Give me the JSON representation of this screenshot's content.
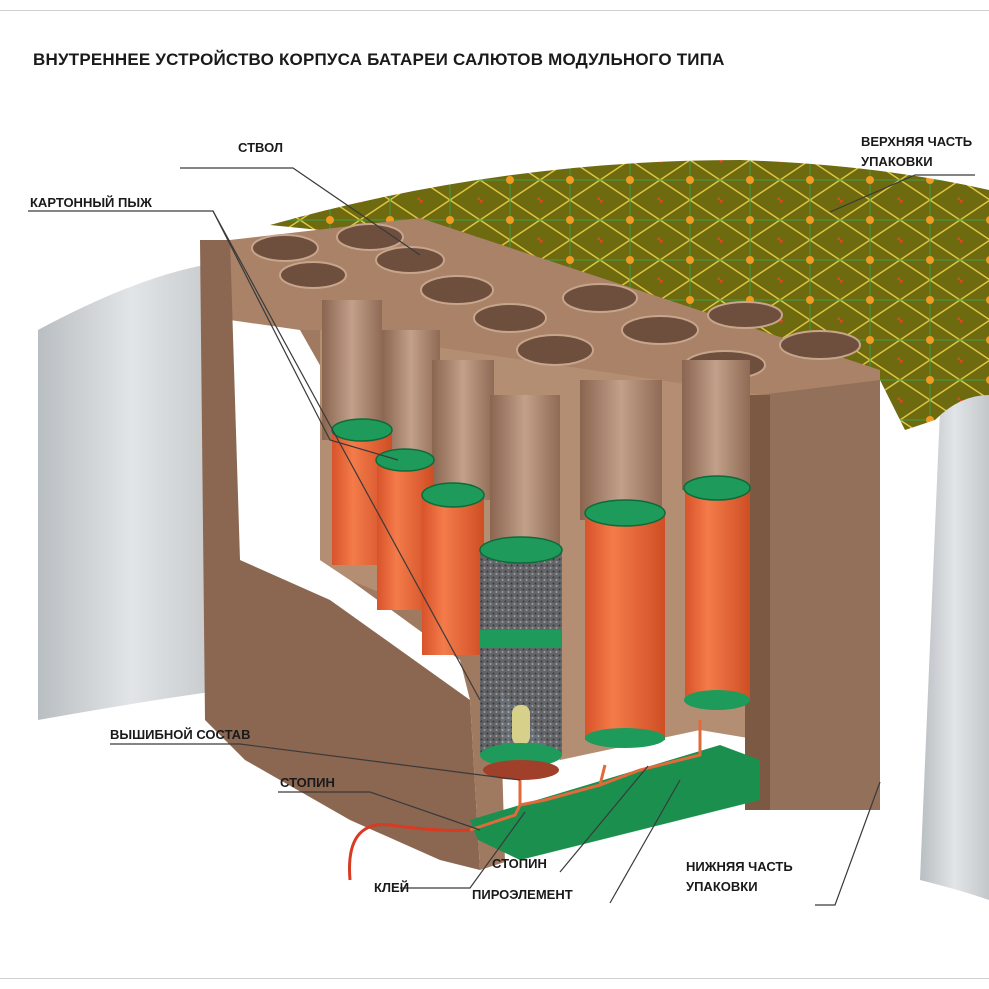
{
  "title": "ВНУТРЕННЕЕ УСТРОЙСТВО КОРПУСА БАТАРЕИ САЛЮТОВ МОДУЛЬНОГО ТИПА",
  "labels": {
    "barrel": "СТВОЛ",
    "cardboard_wad": "КАРТОННЫЙ ПЫЖ",
    "top_pack_line1": "ВЕРХНЯЯ ЧАСТЬ",
    "top_pack_line2": "УПАКОВКИ",
    "lift_charge": "ВЫШИБНОЙ СОСТАВ",
    "fuse_left": "СТОПИН",
    "fuse_bottom": "СТОПИН",
    "glue": "КЛЕЙ",
    "pyro_element": "ПИРОЭЛЕМЕНТ",
    "bottom_pack_line1": "НИЖНЯЯ ЧАСТЬ",
    "bottom_pack_line2": "УПАКОВКИ"
  },
  "colors": {
    "cardboard": "#9a7358",
    "cardboard_dark": "#7b5943",
    "cardboard_light": "#b08a6d",
    "tube_orange": "#f0683a",
    "cap_green": "#1e9a5a",
    "wrap_grey": "#d3d7da",
    "wrap_pattern": "#8a7a14",
    "fuse_red": "#d83a22",
    "board_green": "#1b8f4e"
  }
}
